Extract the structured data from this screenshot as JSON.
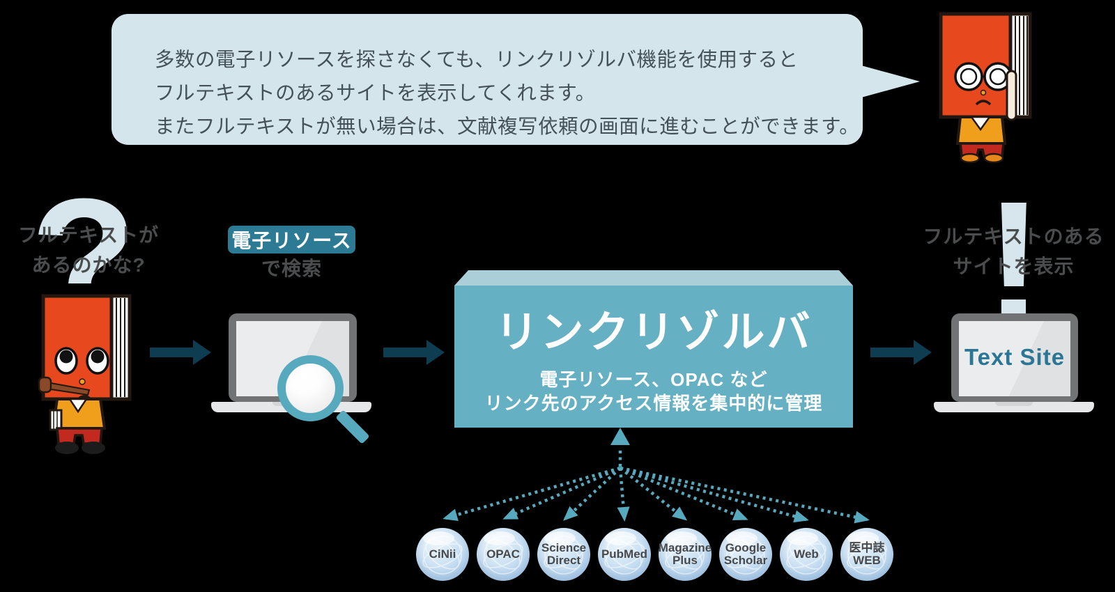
{
  "bubble": {
    "line1": "多数の電子リソースを探さなくても、リンクリゾルバ機能を使用すると",
    "line2": "フルテキストのあるサイトを表示してくれます。",
    "line3": "またフルテキストが無い場合は、文献複写依頼の画面に進むことができます。"
  },
  "question_step": {
    "mark": "?",
    "caption_line1": "フルテキストが",
    "caption_line2": "あるのかな?"
  },
  "search_step": {
    "badge_label": "電子リソース",
    "suffix": "で検索"
  },
  "resolver": {
    "title": "リンクリゾルバ",
    "subtitle_line1": "電子リソース、OPAC など",
    "subtitle_line2": "リンク先のアクセス情報を集中的に管理"
  },
  "result_step": {
    "mark": "!",
    "caption_line1": "フルテキストのある",
    "caption_line2": "サイトを表示",
    "screen_label": "Text Site"
  },
  "databases": [
    {
      "lines": [
        "CiNii"
      ]
    },
    {
      "lines": [
        "OPAC"
      ]
    },
    {
      "lines": [
        "Science",
        "Direct"
      ]
    },
    {
      "lines": [
        "PubMed"
      ]
    },
    {
      "lines": [
        "Magazine",
        "Plus"
      ]
    },
    {
      "lines": [
        "Google",
        "Scholar"
      ]
    },
    {
      "lines": [
        "Web"
      ]
    },
    {
      "lines": [
        "医中誌",
        "WEB"
      ]
    }
  ],
  "colors": {
    "bubble_bg": "#d5e5ec",
    "caption_gray": "#4a4c4e",
    "badge_teal": "#2d7a94",
    "box_front": "#65b0c2",
    "box_top": "#aacfd9",
    "solid_arrow": "#0e3d52",
    "dotted_teal": "#57aabe",
    "globe_blue": "#a5c9e8",
    "character_red": "#e8481e",
    "screen_label_teal": "#2a7694"
  }
}
